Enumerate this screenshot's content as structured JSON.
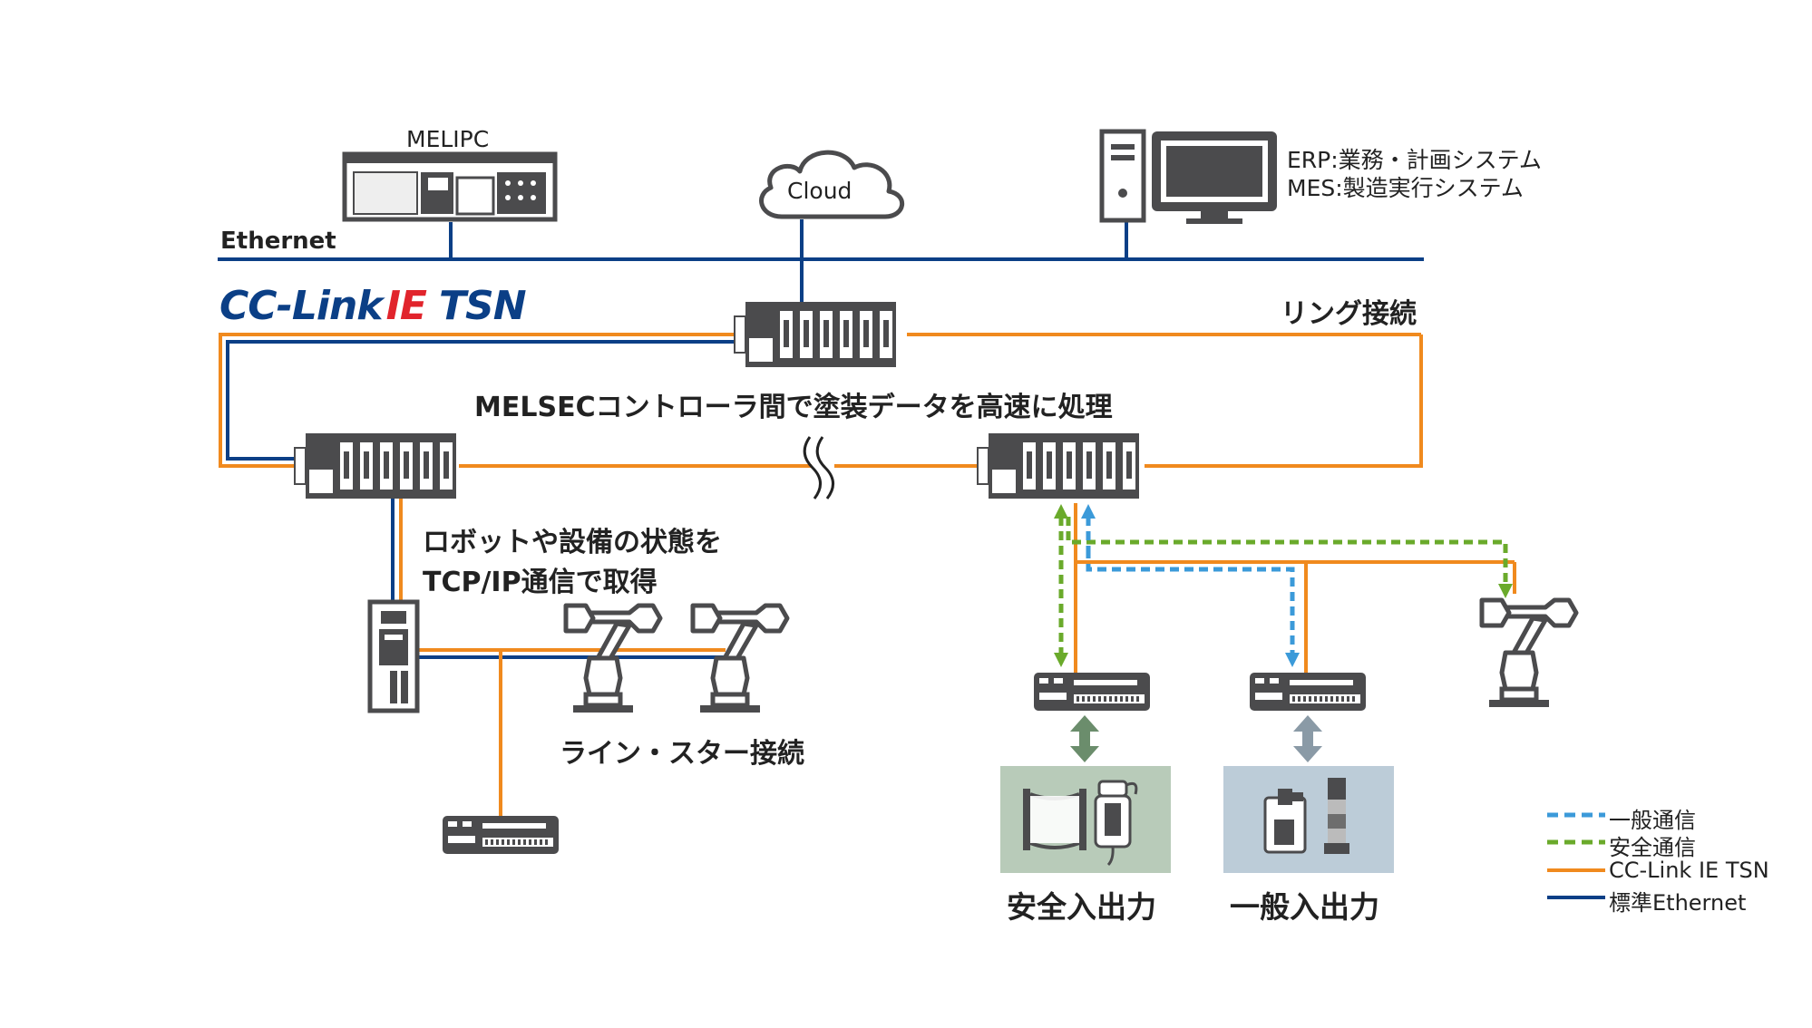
{
  "colors": {
    "ethernet_blue": "#0b3f86",
    "tsn_orange": "#f08a1e",
    "safety_green": "#6aaa2b",
    "general_blue": "#3b9ad9",
    "device_gray": "#4b4b4d",
    "safety_io_bg": "#b8cbb9",
    "general_io_bg": "#bcccd8",
    "brand_blue": "#0b3f86",
    "brand_red": "#e1242c"
  },
  "labels": {
    "melipc": "MELIPC",
    "cloud": "Cloud",
    "erp": "ERP:業務・計画システム",
    "mes": "MES:製造実行システム",
    "ethernet": "Ethernet",
    "brand_cclink": "CC-Link",
    "brand_ie": "IE",
    "brand_tsn": "TSN",
    "ring": "リング接続",
    "melsec": "MELSECコントローラ間で塗装データを高速に処理",
    "robot_line1": "ロボットや設備の状態を",
    "robot_line2": "TCP/IP通信で取得",
    "line_star": "ライン・スター接続",
    "safety_io": "安全入出力",
    "general_io": "一般入出力"
  },
  "legend": [
    {
      "label": "一般通信",
      "style": "dashed",
      "color": "#3b9ad9"
    },
    {
      "label": "安全通信",
      "style": "dashed",
      "color": "#6aaa2b"
    },
    {
      "label": "CC-Link IE TSN",
      "style": "solid",
      "color": "#f08a1e"
    },
    {
      "label": "標準Ethernet",
      "style": "solid",
      "color": "#0b3f86"
    }
  ],
  "icons": [
    "melipc-icon",
    "cloud-icon",
    "pc-tower-icon",
    "monitor-icon",
    "plc-icon",
    "robot-arm-icon",
    "io-module-icon",
    "drive-icon",
    "light-curtain-icon",
    "safety-switch-icon",
    "signal-tower-icon",
    "door-switch-icon"
  ]
}
